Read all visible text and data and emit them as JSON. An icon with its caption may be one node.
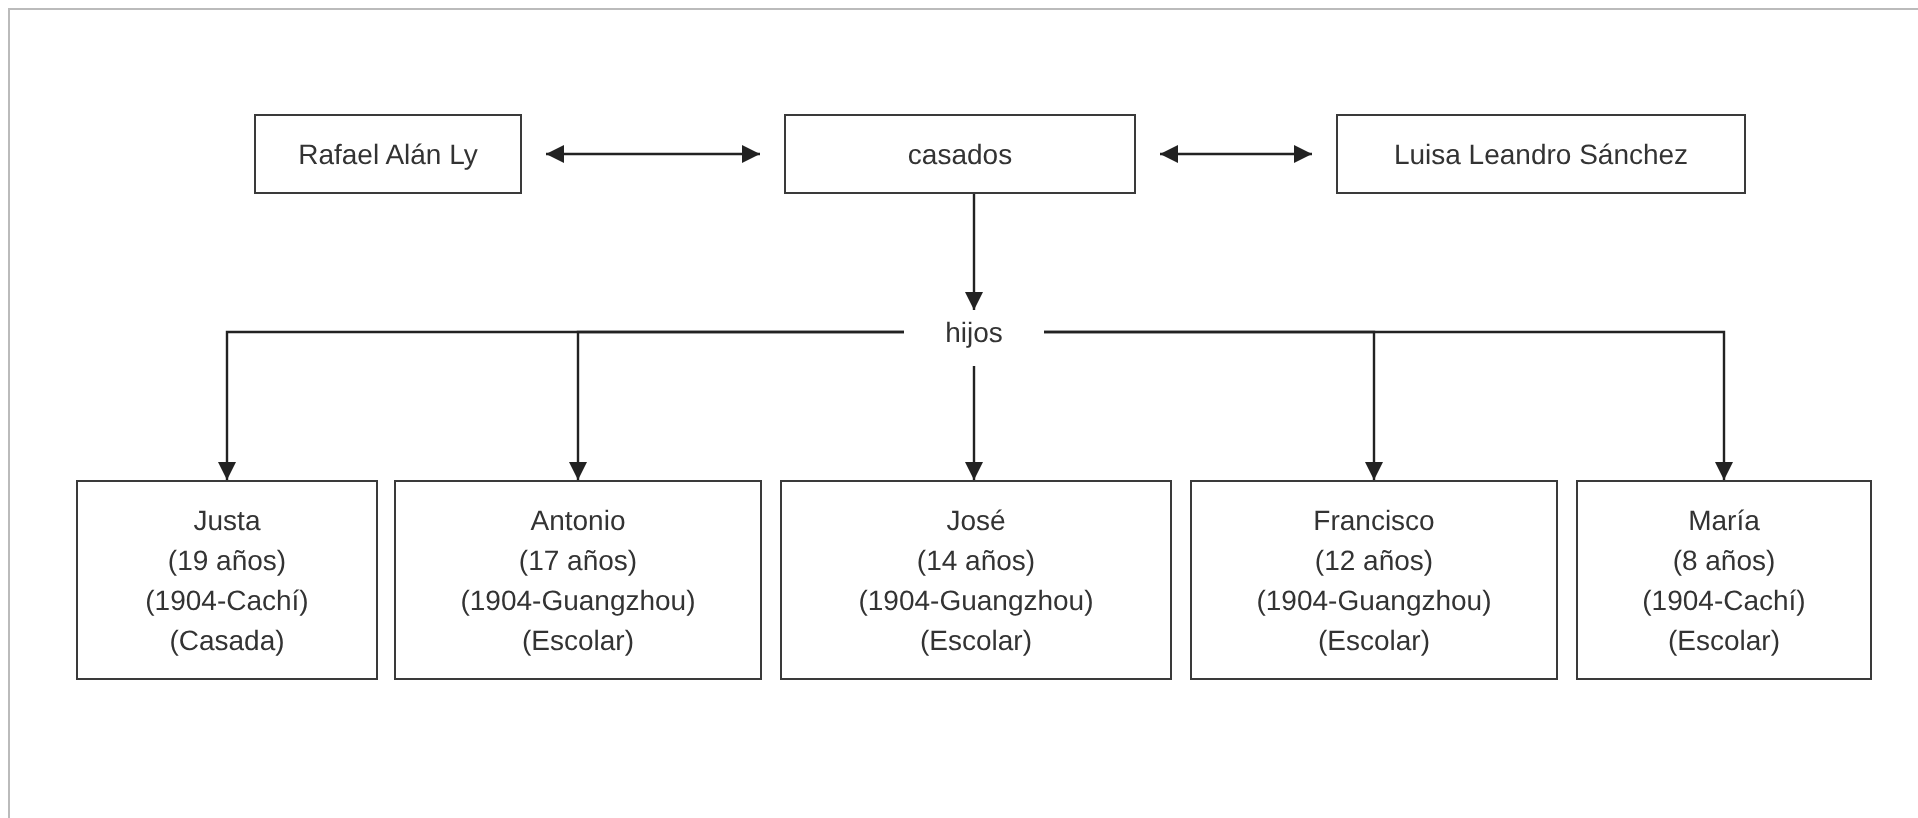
{
  "diagram": {
    "nodes": [
      {
        "text": [
          "Rafael Alán Ly"
        ]
      },
      {
        "text": [
          "casados"
        ]
      },
      {
        "text": [
          "Luisa Leandro Sánchez"
        ]
      },
      {
        "text": [
          "hijos"
        ]
      },
      {
        "text": [
          "Justa",
          "(19 años)",
          "(1904-Cachí)",
          "(Casada)"
        ]
      },
      {
        "text": [
          "Antonio",
          "(17 años)",
          "(1904-Guangzhou)",
          "(Escolar)"
        ]
      },
      {
        "text": [
          "José",
          "(14 años)",
          "(1904-Guangzhou)",
          "(Escolar)"
        ]
      },
      {
        "text": [
          "Francisco",
          "(12 años)",
          "(1904-Guangzhou)",
          "(Escolar)"
        ]
      },
      {
        "text": [
          "María",
          "(8 años)",
          "(1904-Cachí)",
          "(Escolar)"
        ]
      }
    ],
    "edges": [
      {
        "from": 0,
        "to": 1,
        "arrow": "both"
      },
      {
        "from": 1,
        "to": 2,
        "arrow": "both"
      },
      {
        "from": 1,
        "to": 3,
        "arrow": "to"
      },
      {
        "from": 3,
        "to": 4,
        "arrow": "to"
      },
      {
        "from": 3,
        "to": 5,
        "arrow": "to"
      },
      {
        "from": 3,
        "to": 6,
        "arrow": "to"
      },
      {
        "from": 3,
        "to": 7,
        "arrow": "to"
      },
      {
        "from": 3,
        "to": 8,
        "arrow": "to"
      }
    ]
  }
}
